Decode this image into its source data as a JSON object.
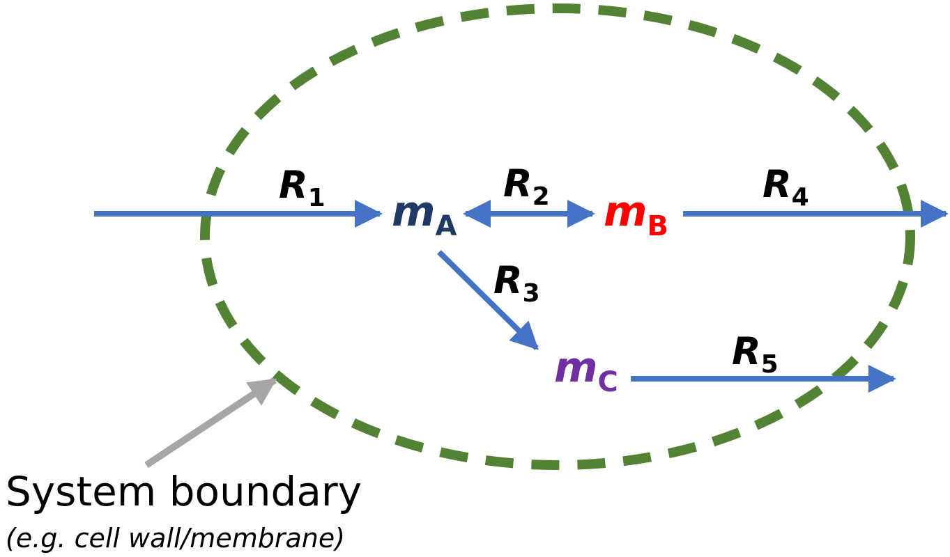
{
  "colors": {
    "boundary": "#548235",
    "arrow": "#4472C4",
    "pointer": "#A6A6A6",
    "reaction_label": "#000000",
    "metabolite_a": "#1F3864",
    "metabolite_b": "#FF0000",
    "metabolite_c": "#7030A0",
    "caption": "#000000"
  },
  "metabolites": {
    "a": {
      "symbol": "m",
      "subscript": "A"
    },
    "b": {
      "symbol": "m",
      "subscript": "B"
    },
    "c": {
      "symbol": "m",
      "subscript": "C"
    }
  },
  "reactions": [
    {
      "symbol": "R",
      "subscript": "1",
      "from": "outside",
      "to": "mA",
      "reversible": false
    },
    {
      "symbol": "R",
      "subscript": "2",
      "from": "mA",
      "to": "mB",
      "reversible": true
    },
    {
      "symbol": "R",
      "subscript": "3",
      "from": "mA",
      "to": "mC",
      "reversible": false
    },
    {
      "symbol": "R",
      "subscript": "4",
      "from": "mB",
      "to": "outside",
      "reversible": false
    },
    {
      "symbol": "R",
      "subscript": "5",
      "from": "mC",
      "to": "outside",
      "reversible": false
    }
  ],
  "annotation": {
    "title": "System boundary",
    "subtitle": "(e.g. cell wall/membrane)",
    "pointer_icon": "arrow-icon"
  }
}
